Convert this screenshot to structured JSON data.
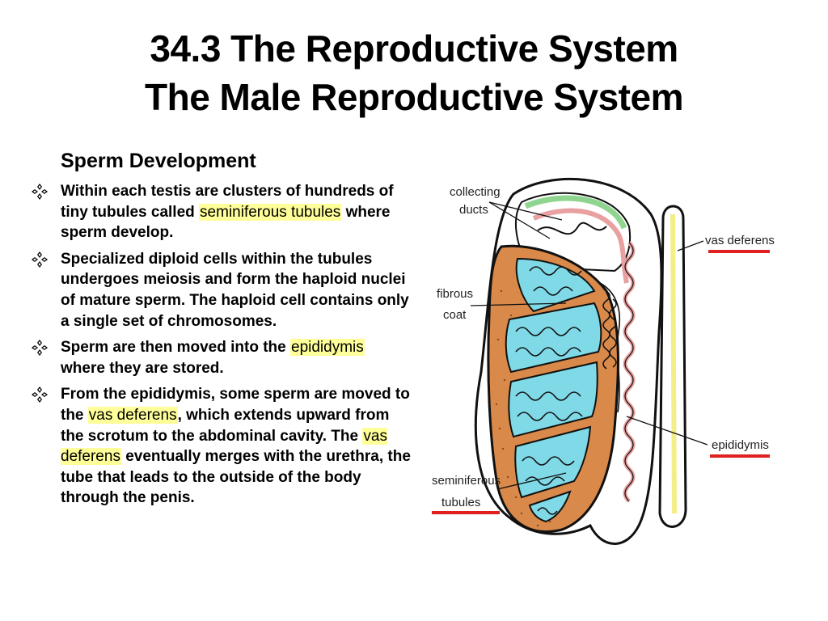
{
  "slide": {
    "title_line1": "34.3 The Reproductive System",
    "title_line2": "The Male Reproductive System",
    "subheading": "Sperm Development"
  },
  "bullets": [
    {
      "p1": "Within each testis are clusters of hundreds of tiny tubules called ",
      "hl1": "seminiferous tubules",
      "p2": " where sperm develop."
    },
    {
      "p1": "Specialized diploid cells within the tubules undergoes meiosis and form the haploid nuclei of mature sperm. The haploid cell contains only a single set of chromosomes."
    },
    {
      "p1": "Sperm are then moved into the ",
      "hl1": "epididymis",
      "p2": " where they are stored."
    },
    {
      "p1": "From the epididymis, some sperm are moved to the ",
      "hl1": "vas deferens",
      "p2": ", which extends upward from the scrotum to the abdominal cavity. The ",
      "hl2": "vas deferens",
      "p3": " eventually merges with the urethra, the tube that leads to the outside of the body through the penis."
    }
  ],
  "diagram": {
    "labels": {
      "collecting_ducts_1": "collecting",
      "collecting_ducts_2": "ducts",
      "fibrous_coat_1": "fibrous",
      "fibrous_coat_2": "coat",
      "vas_deferens": "vas deferens",
      "epididymis": "epididymis",
      "seminiferous_tubules_1": "seminiferous",
      "seminiferous_tubules_2": "tubules"
    },
    "colors": {
      "underline": "#e02020",
      "coat": "#d9894a",
      "lobule": "#7fd9e6",
      "duct": "#8fd48f",
      "epididymis": "#e8a0a0",
      "vas": "#f4ee88",
      "highlight": "#ffff99"
    }
  }
}
